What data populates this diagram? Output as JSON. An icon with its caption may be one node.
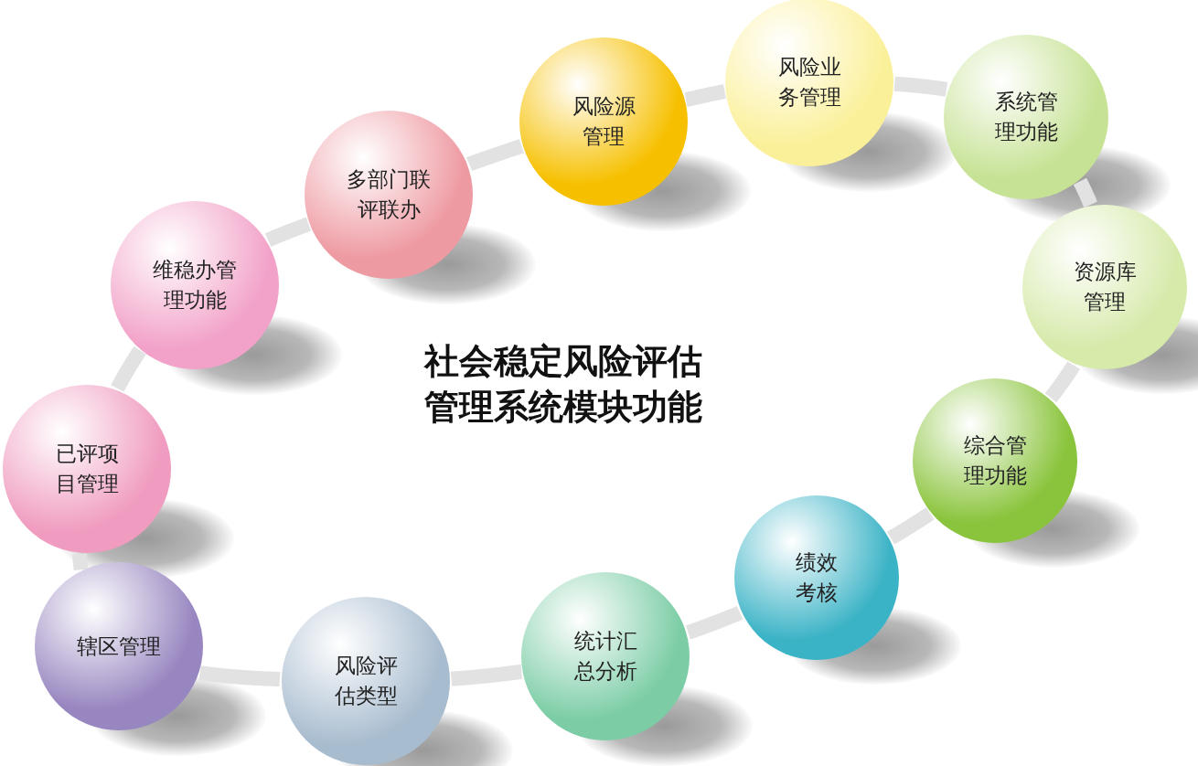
{
  "diagram": {
    "title": "社会稳定风险评估管理系统模块功能",
    "nodes": [
      {
        "text": [
          "已评项目管理"
        ]
      },
      {
        "text": [
          "维稳办管理功能"
        ]
      },
      {
        "text": [
          "多部门联评联办"
        ]
      },
      {
        "text": [
          "风险源管理"
        ]
      },
      {
        "text": [
          "风险业务管理"
        ]
      },
      {
        "text": [
          "系统管理功能"
        ]
      },
      {
        "text": [
          "资源库管理"
        ]
      },
      {
        "text": [
          "综合管理功能"
        ]
      },
      {
        "text": [
          "绩效考核"
        ]
      },
      {
        "text": [
          "统计汇总分析"
        ]
      },
      {
        "text": [
          "风险评估类型"
        ]
      },
      {
        "text": [
          "辖区管理"
        ]
      }
    ],
    "edges": [
      {
        "from": 11,
        "to": 0,
        "arrow": "none"
      },
      {
        "from": 0,
        "to": 1,
        "arrow": "none"
      },
      {
        "from": 1,
        "to": 2,
        "arrow": "none"
      },
      {
        "from": 2,
        "to": 3,
        "arrow": "none"
      },
      {
        "from": 3,
        "to": 4,
        "arrow": "none"
      },
      {
        "from": 4,
        "to": 5,
        "arrow": "none"
      },
      {
        "from": 5,
        "to": 6,
        "arrow": "none"
      },
      {
        "from": 6,
        "to": 7,
        "arrow": "none"
      },
      {
        "from": 7,
        "to": 8,
        "arrow": "none"
      },
      {
        "from": 8,
        "to": 9,
        "arrow": "none"
      },
      {
        "from": 9,
        "to": 10,
        "arrow": "none"
      },
      {
        "from": 10,
        "to": 11,
        "arrow": "none"
      }
    ]
  }
}
